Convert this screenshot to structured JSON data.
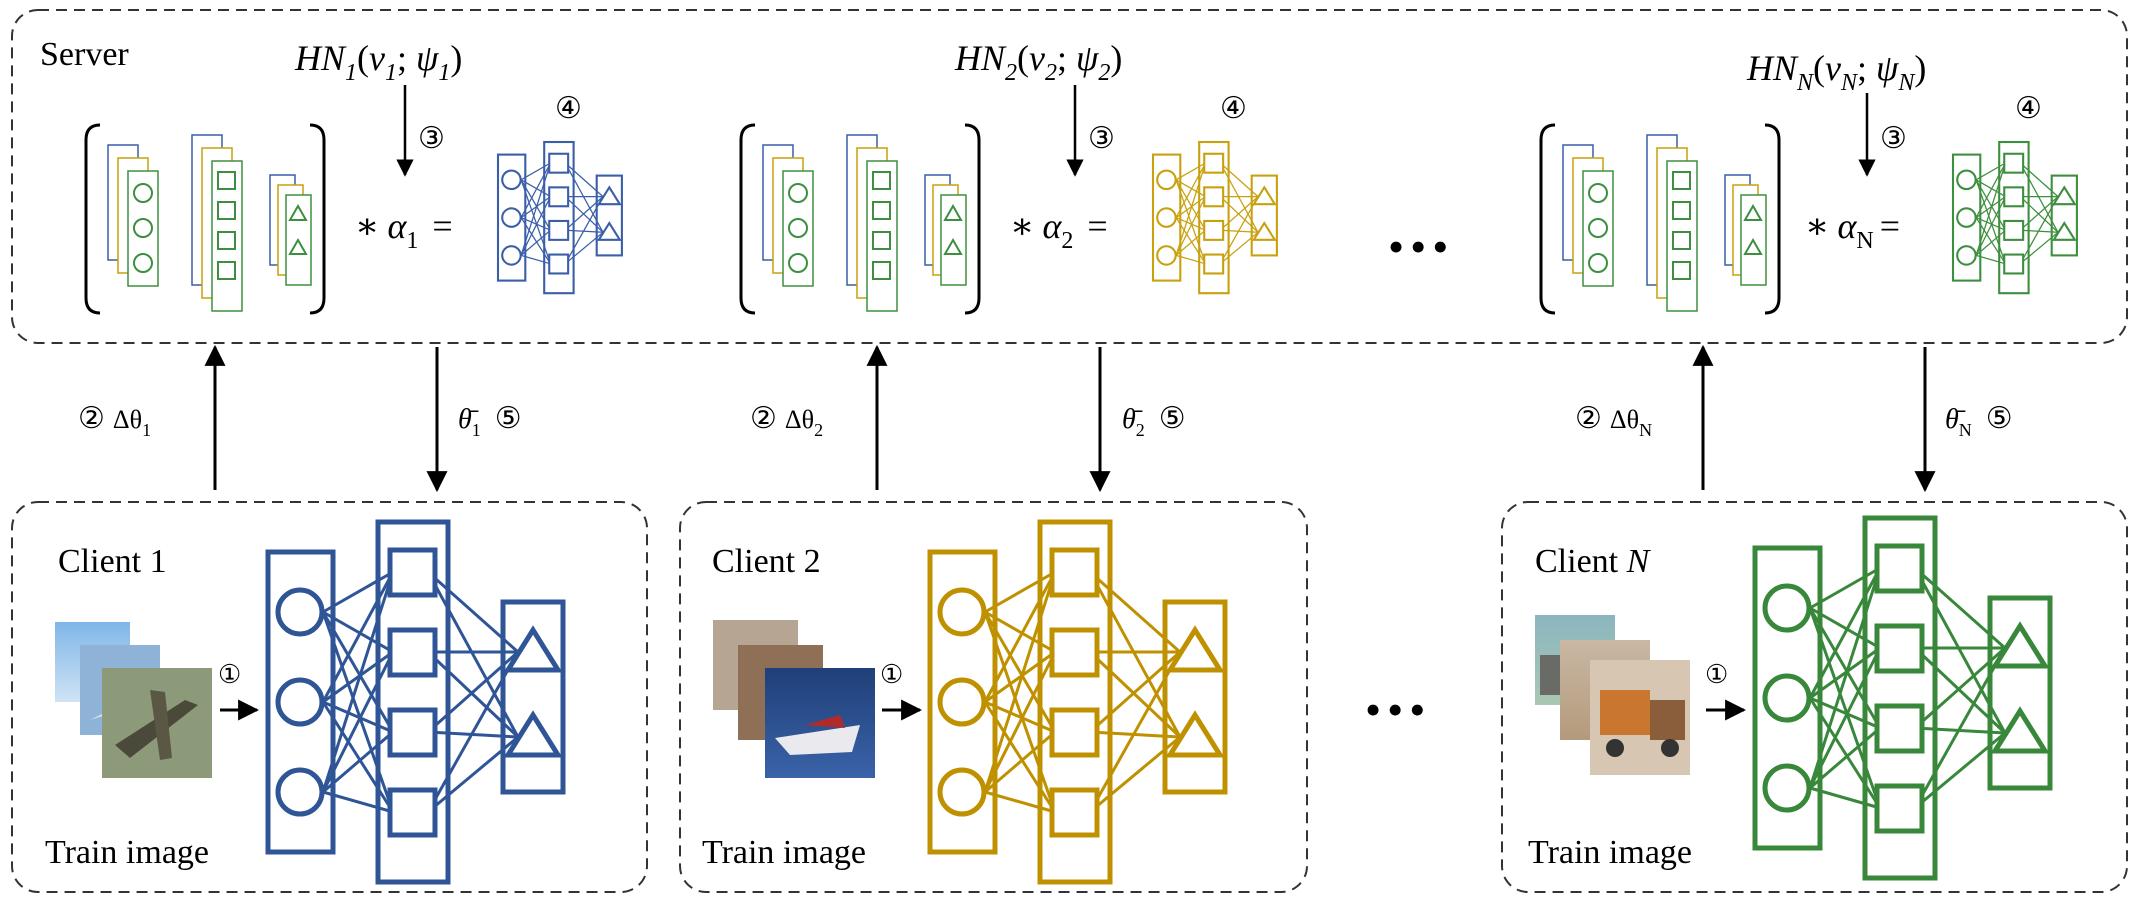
{
  "server": {
    "label": "Server",
    "groups": [
      {
        "color": "#3a5fa8",
        "hn_prefix": "HN",
        "hn_sub": "1",
        "v": "v",
        "v_sub": "1",
        "psi": "ψ",
        "psi_sub": "1",
        "step3": "③",
        "step4": "④",
        "star": "∗",
        "alpha": "α",
        "alpha_sub": "1",
        "equals": "="
      },
      {
        "color": "#c8a10f",
        "hn_prefix": "HN",
        "hn_sub": "2",
        "v": "v",
        "v_sub": "2",
        "psi": "ψ",
        "psi_sub": "2",
        "step3": "③",
        "step4": "④",
        "star": "∗",
        "alpha": "α",
        "alpha_sub": "2",
        "equals": "="
      },
      {
        "color": "#3d8f3f",
        "hn_prefix": "HN",
        "hn_sub": "N",
        "v": "v",
        "v_sub": "N",
        "psi": "ψ",
        "psi_sub": "N",
        "step3": "③",
        "step4": "④",
        "star": "∗",
        "alpha": "α",
        "alpha_sub": "N",
        "equals": "="
      }
    ],
    "ellipsis": "•••"
  },
  "links": [
    {
      "up_step": "②",
      "up_delta": "Δθ",
      "up_sub": "1",
      "down_theta": "θ̄",
      "down_sub": "1",
      "down_step": "⑤"
    },
    {
      "up_step": "②",
      "up_delta": "Δθ",
      "up_sub": "2",
      "down_theta": "θ̄",
      "down_sub": "2",
      "down_step": "⑤"
    },
    {
      "up_step": "②",
      "up_delta": "Δθ",
      "up_sub": "N",
      "down_theta": "θ̄",
      "down_sub": "N",
      "down_step": "⑤"
    }
  ],
  "clients": [
    {
      "label": "Client 1",
      "train_label": "Train image",
      "step1": "①",
      "color": "#2f5597"
    },
    {
      "label": "Client 2",
      "train_label": "Train image",
      "step1": "①",
      "color": "#bf9000"
    },
    {
      "label_prefix": "Client ",
      "label_var": "N",
      "train_label": "Train image",
      "step1": "①",
      "color": "#38873a"
    }
  ],
  "client_ellipsis": "•••"
}
